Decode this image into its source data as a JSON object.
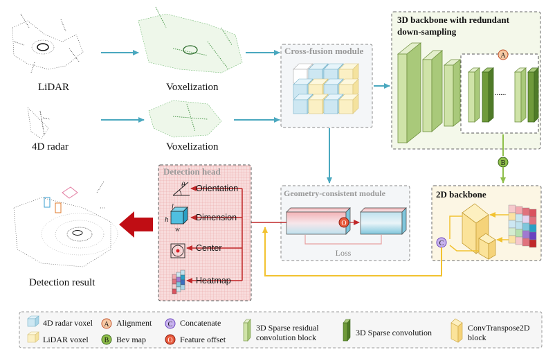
{
  "inputs": {
    "lidar_label": "LiDAR",
    "radar_label": "4D radar",
    "voxel_label_1": "Voxelization",
    "voxel_label_2": "Voxelization"
  },
  "modules": {
    "cross_fusion": "Cross-fusion module",
    "backbone_3d_line1": "3D backbone with redundant",
    "backbone_3d_line2": "down-sampling",
    "geometry": "Geometry-consistent module",
    "loss": "Loss",
    "backbone_2d": "2D backbone",
    "detection_head": "Detection head"
  },
  "detection_head": {
    "orientation": "Orientation",
    "dimension": "Dimension",
    "center": "Center",
    "heatmap": "Heatmap",
    "theta": "θ",
    "h": "h",
    "l": "l",
    "w": "w"
  },
  "markers": {
    "alignment": "A",
    "bev_map": "B",
    "concatenate": "C",
    "feature_offset": "O",
    "dots": "......"
  },
  "result": {
    "label": "Detection result"
  },
  "legend": {
    "radar_voxel": "4D radar voxel",
    "lidar_voxel": "LiDAR voxel",
    "alignment": "Alignment",
    "bev_map": "Bev map",
    "concatenate": "Concatenate",
    "feature_offset": "Feature offset",
    "sparse_residual_line1": "3D Sparse residual",
    "sparse_residual_line2": "convolution block",
    "sparse_conv": "3D Sparse convolution",
    "conv_transpose_line1": "ConvTranspose2D",
    "conv_transpose_line2": "block"
  },
  "colors": {
    "teal_arrow": "#4aa8bf",
    "red_arrow": "#c0282a",
    "yellow_arrow": "#f2c230",
    "green_light": "#cfe3a8",
    "green_dark": "#6f9a3a",
    "yellow_block": "#fbe39a",
    "radar_cube": "#cde7f2",
    "lidar_cube": "#fbf0c4",
    "detection_bg": "#f7d7d7",
    "backbone_bg": "#f4f8ea",
    "backbone2d_bg": "#fcf6e4"
  }
}
